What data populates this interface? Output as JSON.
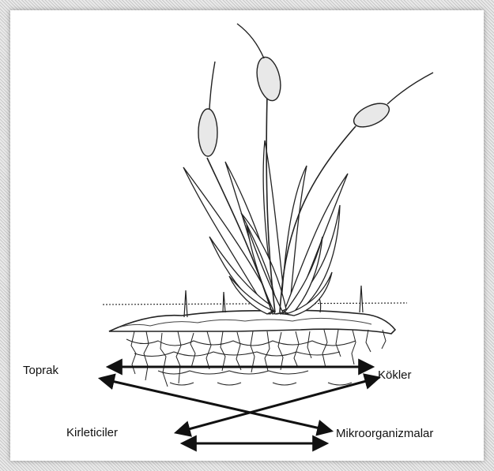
{
  "diagram": {
    "labels": {
      "soil": "Toprak",
      "roots": "Kökler",
      "pollutants": "Kirleticiler",
      "microorganisms": "Mikroorganizmalar"
    }
  },
  "colors": {
    "line": "#111111",
    "background": "#ffffff",
    "frame": "#d8d8d8"
  }
}
